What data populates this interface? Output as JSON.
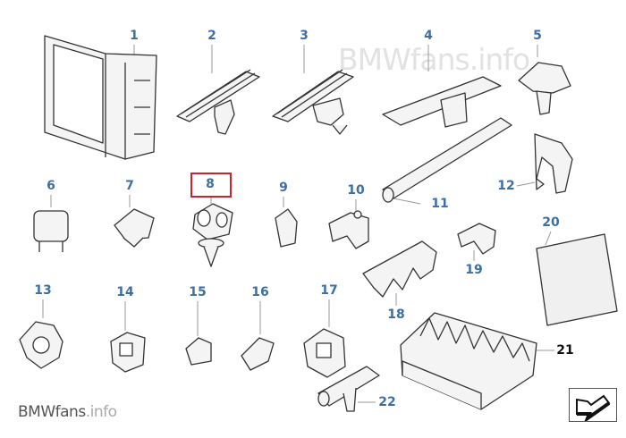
{
  "watermark": {
    "brand": "BMW",
    "suffix": "fans",
    "domain": ".info"
  },
  "selected_part": "8",
  "colors": {
    "label": "#3d6ea6",
    "selection": "#d0202a",
    "outline": "#333333",
    "fill": "#f4f4f4"
  },
  "parts": [
    {
      "number": "1"
    },
    {
      "number": "2"
    },
    {
      "number": "3"
    },
    {
      "number": "4"
    },
    {
      "number": "5"
    },
    {
      "number": "6"
    },
    {
      "number": "7"
    },
    {
      "number": "8"
    },
    {
      "number": "9"
    },
    {
      "number": "10"
    },
    {
      "number": "11"
    },
    {
      "number": "12"
    },
    {
      "number": "13"
    },
    {
      "number": "14"
    },
    {
      "number": "15"
    },
    {
      "number": "16"
    },
    {
      "number": "17"
    },
    {
      "number": "18"
    },
    {
      "number": "19"
    },
    {
      "number": "20"
    },
    {
      "number": "21"
    },
    {
      "number": "22"
    }
  ],
  "nav": {
    "icon": "arrow-return-icon"
  }
}
